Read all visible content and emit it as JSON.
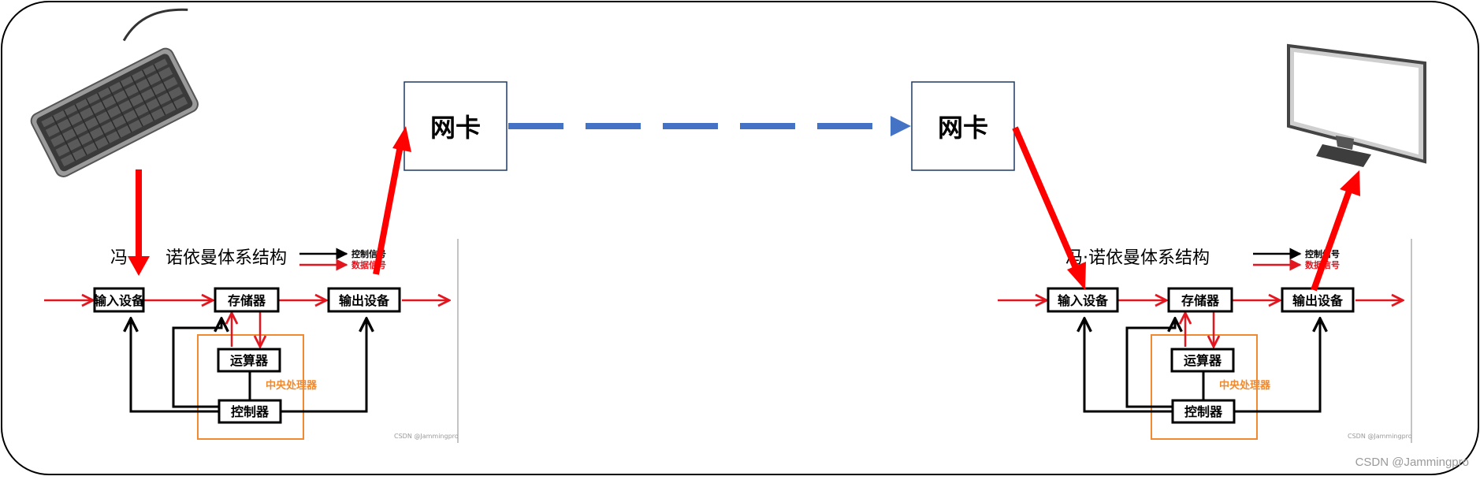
{
  "network_cards": {
    "left_label": "网卡",
    "right_label": "网卡"
  },
  "von_neumann": {
    "title_left": "冯",
    "title_right": "诺依曼体系结构",
    "title_full": "冯·诺依曼体系结构",
    "legend_control": "控制信号",
    "legend_data": "数据信号",
    "input_device": "输入设备",
    "memory": "存储器",
    "output_device": "输出设备",
    "alu": "运算器",
    "controller": "控制器",
    "cpu": "中央处理器",
    "small_watermark": "CSDN @Jammingpro"
  },
  "watermark": "CSDN @Jammingpro",
  "colors": {
    "control_signal": "#000000",
    "data_signal": "#e3161f",
    "cpu_border": "#f0892f",
    "network_arrow": "#4472c4",
    "big_arrow": "#ff0000",
    "frame": "#000000"
  },
  "icons": [
    "keyboard-icon",
    "monitor-icon"
  ]
}
